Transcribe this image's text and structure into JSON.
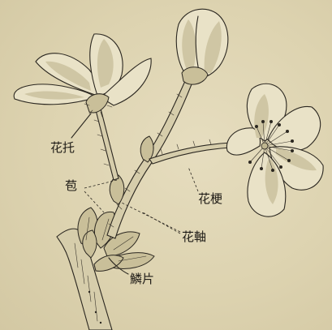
{
  "labels": {
    "receptacle": "花托",
    "bract": "苞",
    "pedicel": "花梗",
    "peduncle": "花軸",
    "bud_scale": "鱗片"
  }
}
